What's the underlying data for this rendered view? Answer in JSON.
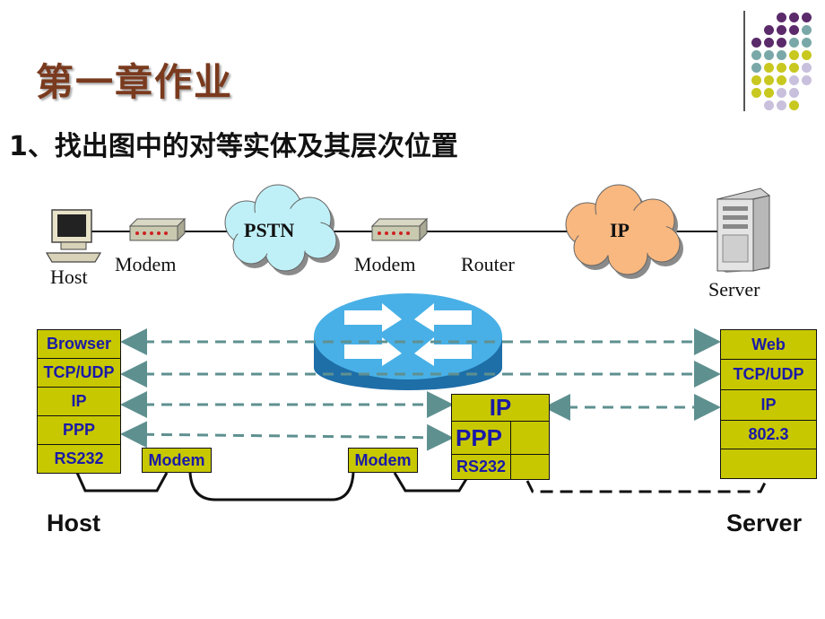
{
  "title": "第一章作业",
  "question": {
    "number": "1、",
    "text": "找出图中的对等实体及其层次位置"
  },
  "topology": {
    "host_label": "Host",
    "modem1_label": "Modem",
    "pstn_label": "PSTN",
    "modem2_label": "Modem",
    "router_label": "Router",
    "ip_cloud_label": "IP",
    "server_label": "Server"
  },
  "stacks": {
    "host": [
      "Browser",
      "TCP/UDP",
      "IP",
      "PPP",
      "RS232"
    ],
    "host_modem": "Modem",
    "router_modem": "Modem",
    "router": [
      "IP",
      "PPP",
      "RS232"
    ],
    "server": [
      "Web",
      "TCP/UDP",
      "IP",
      "802.3",
      ""
    ]
  },
  "bottom_labels": {
    "host": "Host",
    "server": "Server"
  },
  "colors": {
    "title": "#7a3a1e",
    "layer_fill": "#c8c800",
    "layer_text": "#1a1aa8",
    "arrow": "#5f9090",
    "ip_cloud": "#f8b880",
    "pstn_cloud": "#bff0f7",
    "router": "#3ea8e0"
  }
}
